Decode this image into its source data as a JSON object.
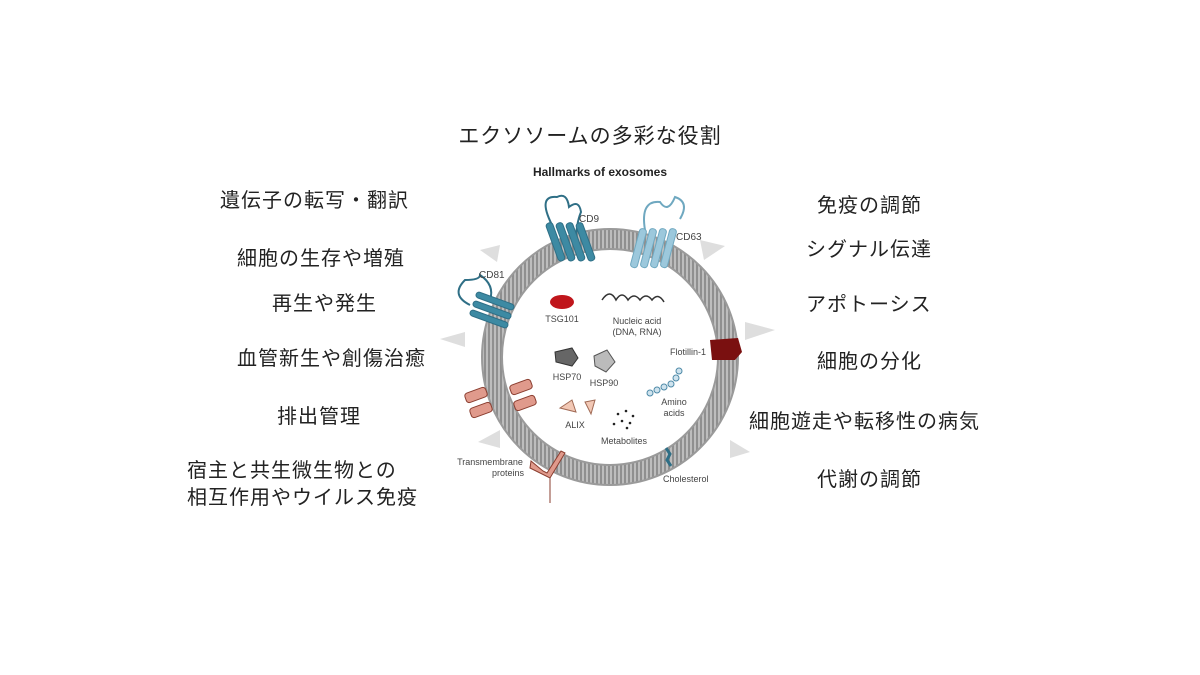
{
  "title": "エクソソームの多彩な役割",
  "left_roles": [
    "遺伝子の転写・翻訳",
    "細胞の生存や増殖",
    "再生や発生",
    "血管新生や創傷治癒",
    "排出管理",
    "宿主と共生微生物との",
    "相互作用やウイルス免疫"
  ],
  "right_roles": [
    "免疫の調節",
    "シグナル伝達",
    "アポトーシス",
    "細胞の分化",
    "細胞遊走や転移性の病気",
    "代謝の調節"
  ],
  "diagram": {
    "heading": "Hallmarks of exosomes",
    "labels": {
      "cd9": "CD9",
      "cd63": "CD63",
      "cd81": "CD81",
      "tsg101": "TSG101",
      "nucleic1": "Nucleic acid",
      "nucleic2": "(DNA, RNA)",
      "flotillin": "Flotillin-1",
      "hsp70": "HSP70",
      "hsp90": "HSP90",
      "amino1": "Amino",
      "amino2": "acids",
      "alix": "ALIX",
      "metabolites": "Metabolites",
      "trans1": "Transmembrane",
      "trans2": "proteins",
      "cholesterol": "Cholesterol"
    },
    "colors": {
      "membrane": "#a9a9a9",
      "tetraspanin": "#3d8aa3",
      "cd63": "#9cc8dc",
      "tsg101": "#c0161c",
      "flotillin": "#7a1010",
      "transmembrane": "#e09a8c",
      "arrow": "#dcdcdc"
    }
  }
}
